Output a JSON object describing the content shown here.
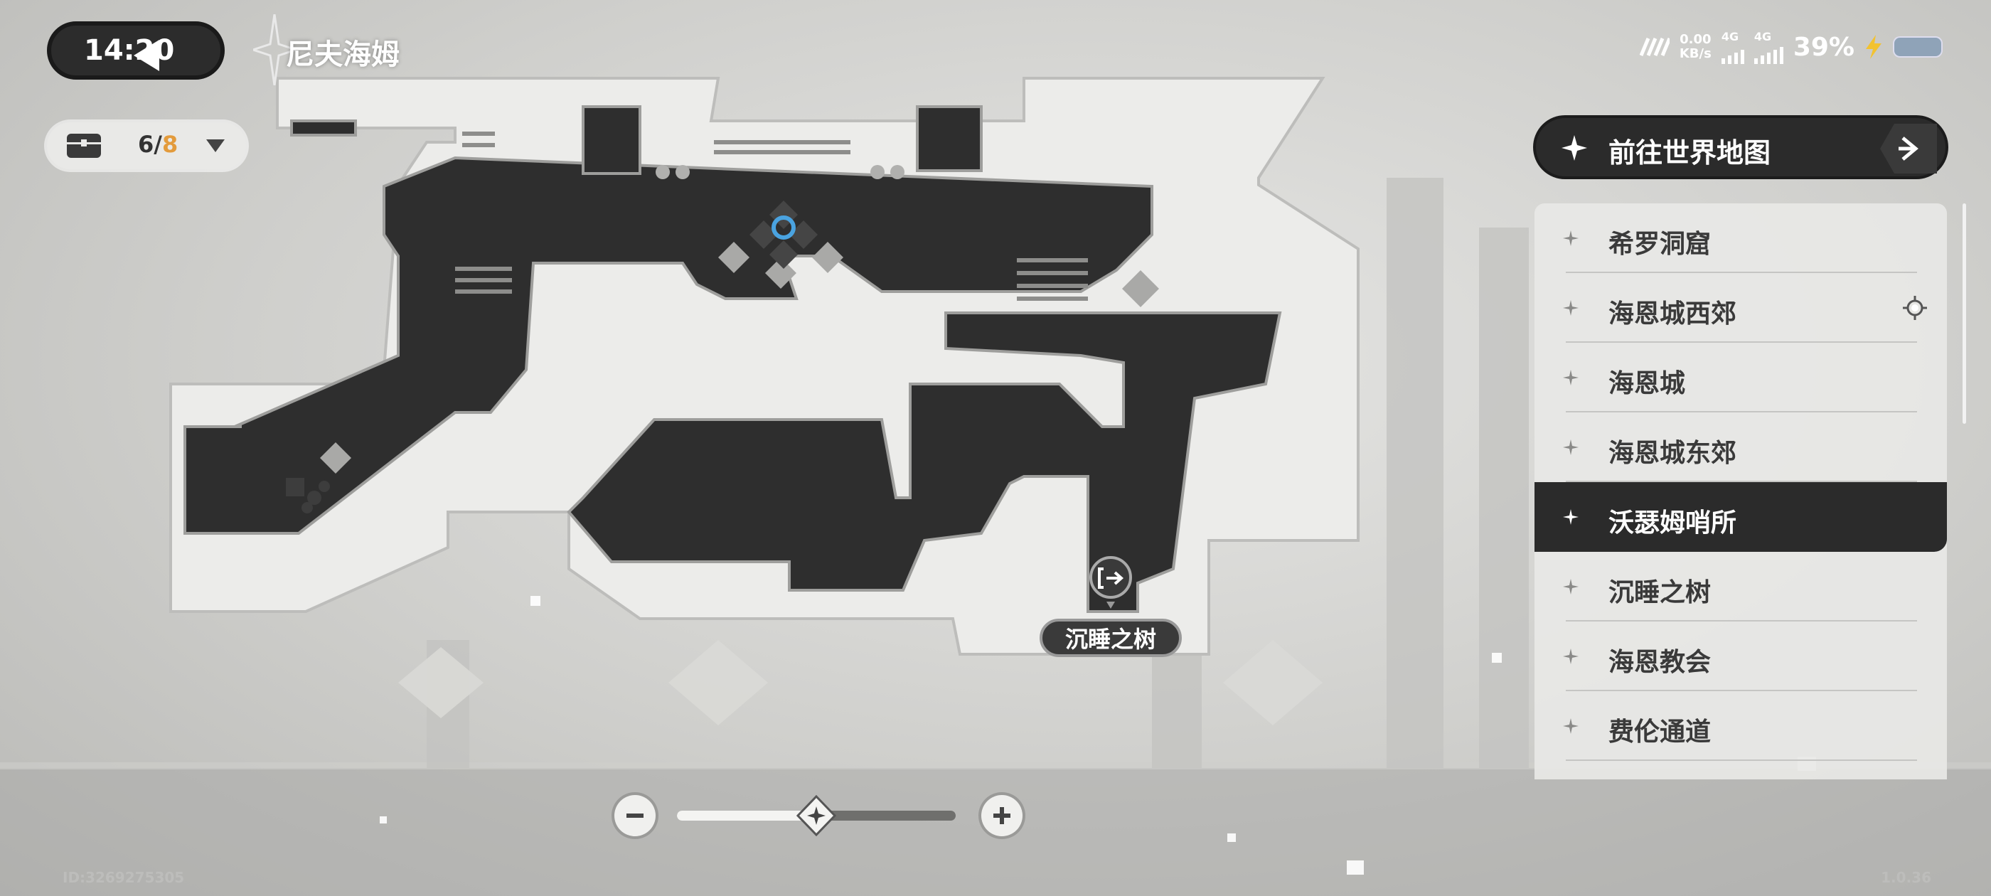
{
  "status_bar": {
    "time": "14:20",
    "net_speed_value": "0.00",
    "net_speed_unit": "KB/s",
    "sim1_label": "4G",
    "sim2_label": "4G",
    "battery_percent": "39%",
    "carrier_icon": "carrier-logo-icon",
    "charging_icon": "lightning-icon"
  },
  "header": {
    "region_name": "尼夫海姆"
  },
  "chest_counter": {
    "collected": "6",
    "separator": "/",
    "total": "8"
  },
  "world_map_button": {
    "label": "前往世界地图"
  },
  "locations": [
    {
      "label": "希罗洞窟",
      "active": false,
      "tracked": false
    },
    {
      "label": "海恩城西郊",
      "active": false,
      "tracked": true
    },
    {
      "label": "海恩城",
      "active": false,
      "tracked": false
    },
    {
      "label": "海恩城东郊",
      "active": false,
      "tracked": false
    },
    {
      "label": "沃瑟姆哨所",
      "active": true,
      "tracked": false
    },
    {
      "label": "沉睡之树",
      "active": false,
      "tracked": false
    },
    {
      "label": "海恩教会",
      "active": false,
      "tracked": false
    },
    {
      "label": "费伦通道",
      "active": false,
      "tracked": false
    }
  ],
  "map": {
    "exit_label": "沉睡之树"
  },
  "zoom": {
    "level": 0.5
  },
  "footer": {
    "player_id": "ID:3269275305",
    "version": "1.0.36"
  },
  "colors": {
    "accent_orange": "#e39b3c",
    "panel_dark": "#2b2b2b",
    "player_marker_blue": "#4aa3e0"
  }
}
